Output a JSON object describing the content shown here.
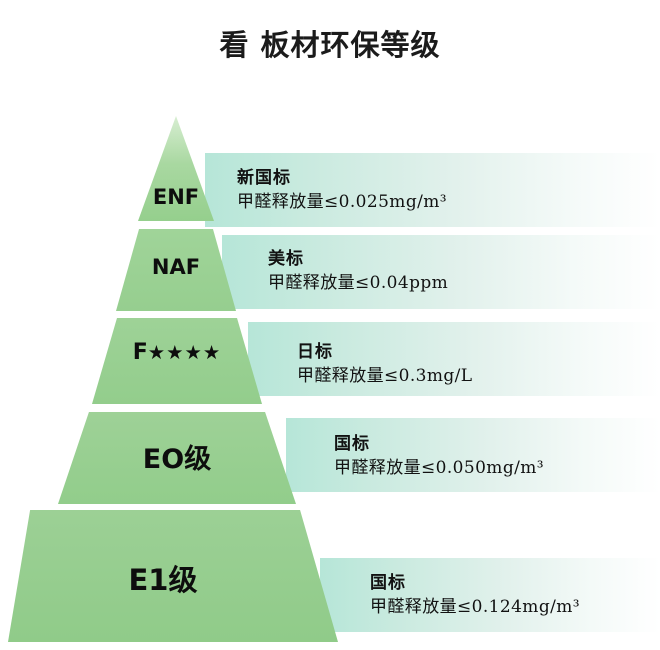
{
  "title": "看 板材环保等级",
  "pyramid": {
    "tiers": [
      {
        "grade": "ENF",
        "standard": "新国标",
        "value": "甲醛释放量≤0.025mg/m³",
        "color": "#a9d8a1"
      },
      {
        "grade": "NAF",
        "standard": "美标",
        "value": "甲醛释放量≤0.04ppm",
        "color": "#9bd094"
      },
      {
        "grade": "F",
        "grade_stars": "★★★★",
        "standard": "日标",
        "value": "甲醛释放量≤0.3mg/L",
        "color": "#9bd094"
      },
      {
        "grade": "EO级",
        "standard": "国标",
        "value": "甲醛释放量≤0.050mg/m³",
        "color": "#9ad193"
      },
      {
        "grade": "E1级",
        "standard": "国标",
        "value": "甲醛释放量≤0.124mg/m³",
        "color": "#97ce90"
      }
    ]
  },
  "colors": {
    "background": "#ffffff",
    "pyramid_green": "#9ad193",
    "band_mint": "#b6e6d8",
    "text_dark": "#121212"
  }
}
